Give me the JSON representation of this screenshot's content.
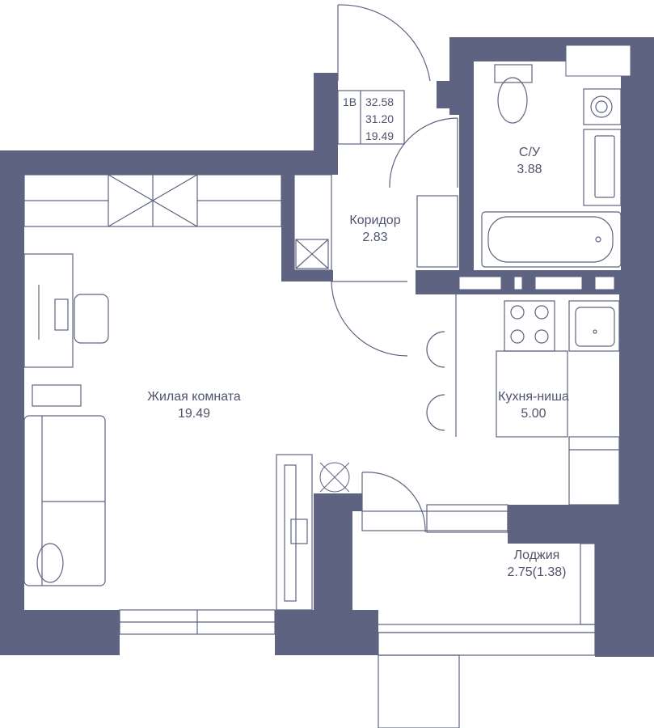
{
  "plan": {
    "apartment_type": "1В",
    "areas": {
      "total": "32.58",
      "living_total": "31.20",
      "living": "19.49"
    },
    "colors": {
      "wall": "#5e6381",
      "line": "#5e6381",
      "text": "#4e5370",
      "background": "#ffffff"
    },
    "rooms": {
      "living": {
        "name": "Жилая комната",
        "area": "19.49"
      },
      "corridor": {
        "name": "Коридор",
        "area": "2.83"
      },
      "bathroom": {
        "name": "С/У",
        "area": "3.88"
      },
      "kitchen": {
        "name": "Кухня-ниша",
        "area": "5.00"
      },
      "loggia": {
        "name": "Лоджия",
        "area": "2.75(1.38)"
      }
    }
  }
}
